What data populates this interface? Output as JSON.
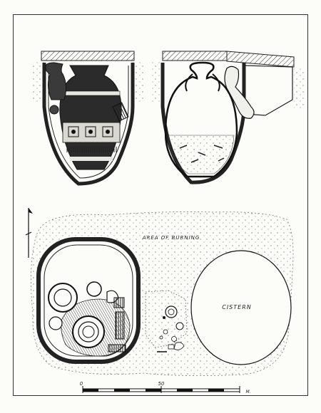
{
  "plan": {
    "area_label": "AREA OF BURNING",
    "cistern_label": "CISTERN"
  },
  "scale_bar": {
    "start": "0",
    "mid": "50",
    "unit": "M."
  }
}
